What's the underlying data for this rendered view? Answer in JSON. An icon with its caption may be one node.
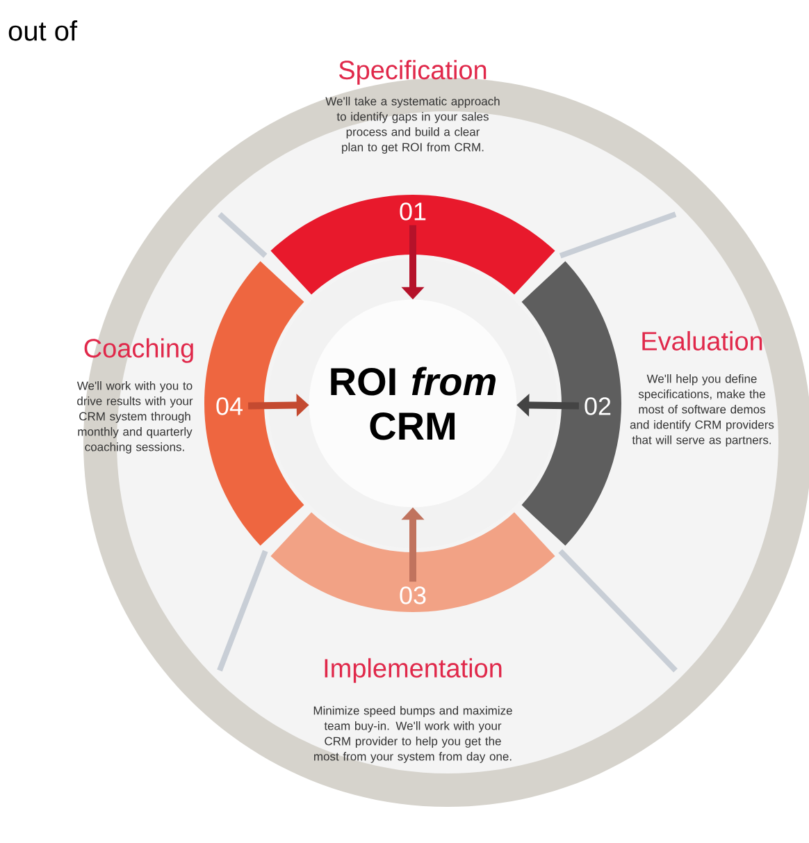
{
  "diagram": {
    "nodes": [
      {
        "text": [
          "ROI *from* CRM"
        ]
      },
      {
        "text": [
          "01"
        ],
        "beside": [
          "Specification",
          "We'll take a systematic approach to identify gaps in your sales process and build a clear plan to get ROI from CRM."
        ]
      },
      {
        "text": [
          "02"
        ],
        "beside": [
          "Evaluation",
          "We'll help you define specifications, make the most of software demos and identify CRM providers that will serve as partners."
        ]
      },
      {
        "text": [
          "03"
        ],
        "beside": [
          "Implementation",
          "Minimize speed bumps and maximize team buy-in. We'll work with your CRM provider to help you get the most from your system from day one."
        ]
      },
      {
        "text": [
          "04"
        ],
        "beside": [
          "Coaching",
          "We'll work with you to drive results with your CRM system through monthly and quarterly coaching sessions."
        ]
      }
    ],
    "edges": [
      {
        "from": 1,
        "to": 0,
        "arrow": "to",
        "color": "#b5122a"
      },
      {
        "from": 2,
        "to": 0,
        "arrow": "to",
        "color": "#444444"
      },
      {
        "from": 3,
        "to": 0,
        "arrow": "to",
        "color": "#c0735e"
      },
      {
        "from": 4,
        "to": 0,
        "arrow": "to",
        "color": "#c44a30"
      }
    ],
    "labels": [
      "out of"
    ]
  }
}
